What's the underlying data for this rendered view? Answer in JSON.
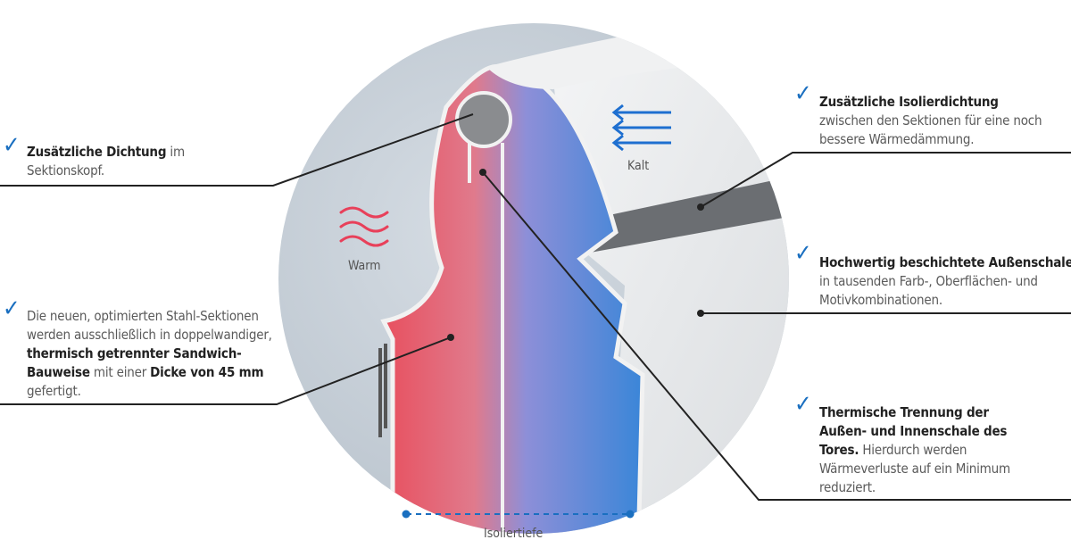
{
  "colors": {
    "check": "#1a6fc0",
    "warm": "#e84a5f",
    "cold": "#2f7fd6",
    "arrow": "#1e6fd0",
    "line": "#222222"
  },
  "labels": {
    "warm": "Warm",
    "cold": "Kalt",
    "depth": "Isoliertiefe"
  },
  "callouts": [
    {
      "bold": "Zusätzliche Dichtung",
      "text": " im Sektionskopf."
    },
    {
      "pre": "Die neuen, optimierten Stahl-Sektionen werden ausschließlich in doppelwandiger, ",
      "bold": "thermisch getrennter Sandwich-Bauweise",
      "mid": " mit einer ",
      "bold2": "Dicke von 45 mm",
      "text": " gefertigt."
    },
    {
      "bold": "Zusätzliche Isolierdichtung",
      "text": " zwischen den Sektionen für eine noch bessere Wärmedämmung."
    },
    {
      "bold": "Hochwertig beschichtete Außenschale",
      "text": " in tausenden Farb-, Oberflächen- und Motivkombinationen."
    },
    {
      "bold": "Thermische Trennung der Außen- und Innenschale des Tores.",
      "text": " Hierdurch werden Wärmeverluste auf ein Minimum reduziert."
    }
  ],
  "check_icon": "✓"
}
